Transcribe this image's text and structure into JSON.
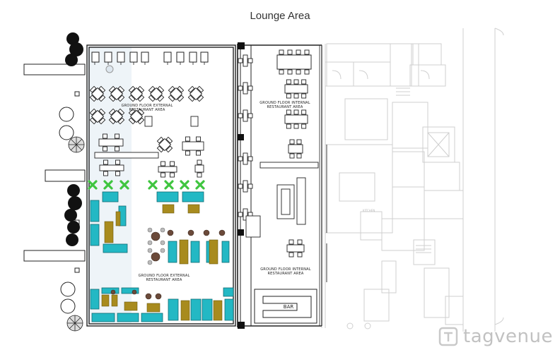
{
  "title": "Lounge Area",
  "zones": {
    "ext_top_line1": "GROUND FLOOR EXTERNAL",
    "ext_top_line2": "RESTAURANT AREA",
    "ext_bottom_line1": "GROUND FLOOR EXTERNAL",
    "ext_bottom_line2": "RESTAURANT AREA",
    "int_top_line1": "GROUND FLOOR INTERNAL",
    "int_top_line2": "RESTAURANT AREA",
    "int_bottom_line1": "GROUND FLOOR INTERNAL",
    "int_bottom_line2": "RESTAURANT AREA"
  },
  "bar_label": "BAR",
  "watermark": "tagvenue",
  "colors": {
    "sofa": "#23b8c4",
    "table_wood": "#a88b1e",
    "planter": "#3fc53f",
    "stool": "#6b4a3a",
    "line": "#222222",
    "ghost": "#c8c8c8"
  },
  "icons": {
    "watermark_logo": "tagvenue-logo-icon",
    "planting": "palm-plant-icon"
  }
}
